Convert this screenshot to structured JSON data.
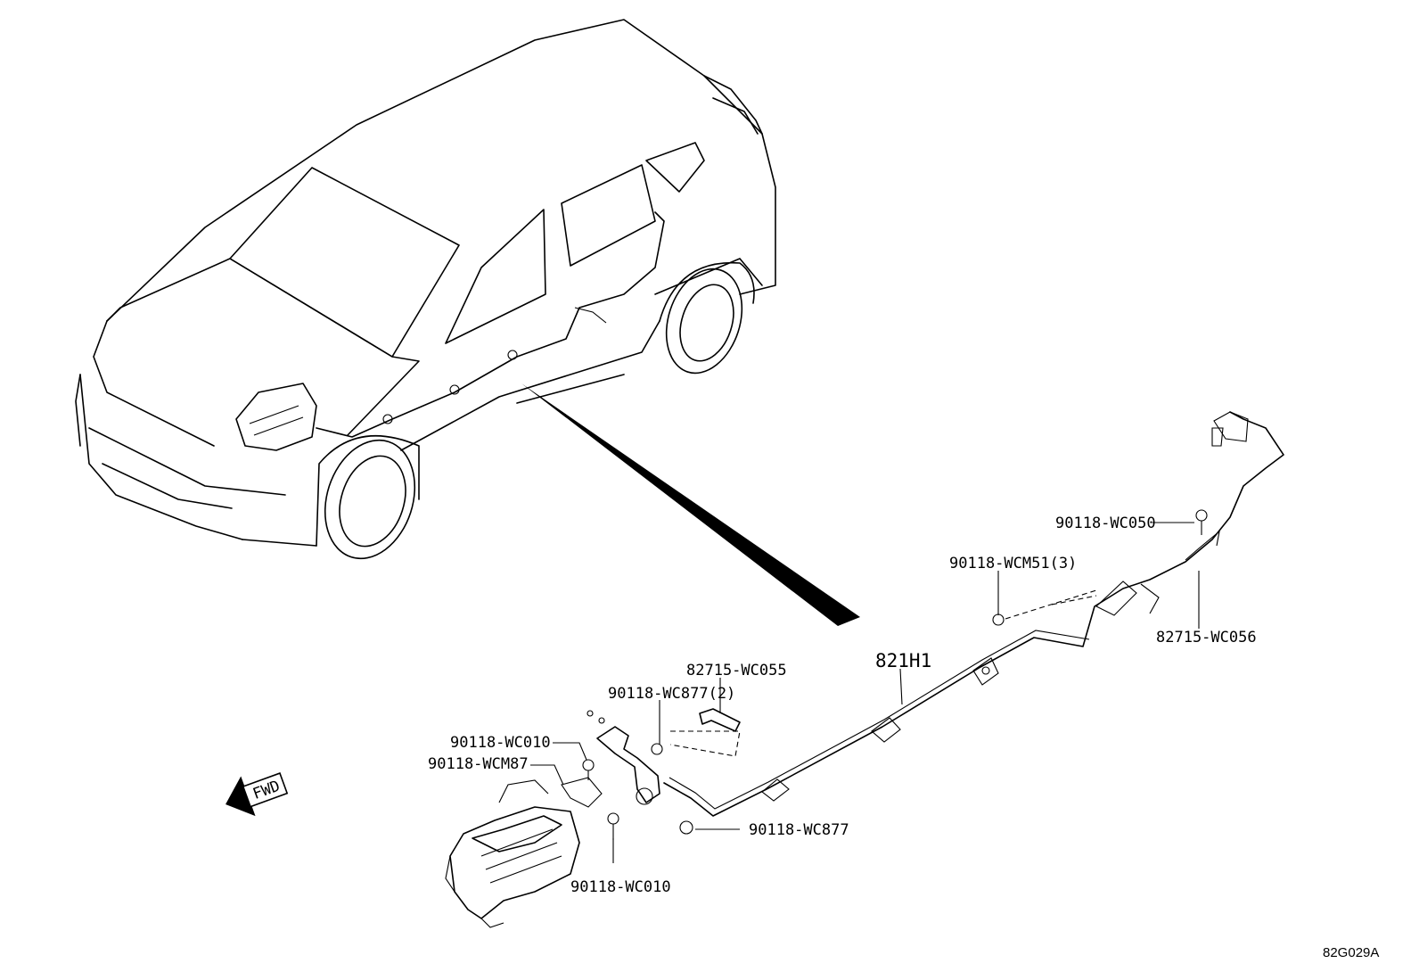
{
  "labels": {
    "harness": "821H1",
    "p_wc050": "90118-WC050",
    "p_wcm51": "90118-WCM51(3)",
    "p_wc056": "82715-WC056",
    "p_wc055": "82715-WC055",
    "p_wc877_2": "90118-WC877(2)",
    "p_wc010_top": "90118-WC010",
    "p_wcm87": "90118-WCM87",
    "p_wc877": "90118-WC877",
    "p_wc010_bottom": "90118-WC010",
    "fwd": "FWD",
    "figure_ref": "82G029A"
  },
  "colors": {
    "ink": "#000000",
    "paper": "#ffffff"
  }
}
